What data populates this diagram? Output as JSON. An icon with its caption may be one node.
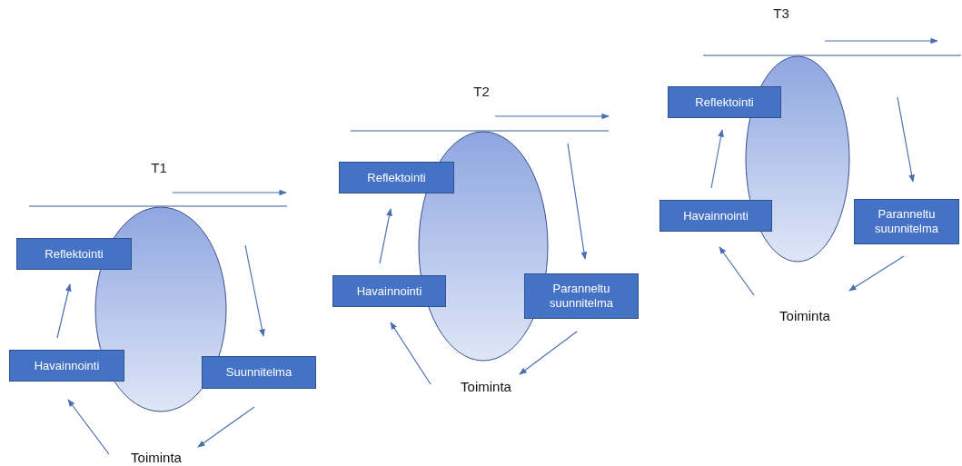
{
  "diagram": {
    "nodes": [
      {
        "text": [],
        "shape": "ellipse"
      },
      {
        "text": [
          "Reflektointi"
        ]
      },
      {
        "text": [
          "Havainnointi"
        ]
      },
      {
        "text": [
          "Suunnitelma"
        ]
      },
      {
        "text": [
          "Toiminta"
        ]
      },
      {
        "text": [],
        "shape": "ellipse"
      },
      {
        "text": [
          "Reflektointi"
        ]
      },
      {
        "text": [
          "Havainnointi"
        ]
      },
      {
        "text": [
          "Paranneltu suunnitelma"
        ]
      },
      {
        "text": [
          "Toiminta"
        ]
      },
      {
        "text": [],
        "shape": "ellipse"
      },
      {
        "text": [
          "Reflektointi"
        ]
      },
      {
        "text": [
          "Havainnointi"
        ]
      },
      {
        "text": [
          "Paranneltu suunnitelma"
        ]
      },
      {
        "text": [
          "Toiminta"
        ]
      }
    ],
    "edges": [
      {
        "from": null,
        "to": 3,
        "arrow": "to"
      },
      {
        "from": 3,
        "to": 4,
        "arrow": "to"
      },
      {
        "from": 4,
        "to": 2,
        "arrow": "to"
      },
      {
        "from": 2,
        "to": 1,
        "arrow": "to"
      },
      {
        "from": null,
        "to": 8,
        "arrow": "to"
      },
      {
        "from": 8,
        "to": 9,
        "arrow": "to"
      },
      {
        "from": 9,
        "to": 7,
        "arrow": "to"
      },
      {
        "from": 7,
        "to": 6,
        "arrow": "to"
      },
      {
        "from": null,
        "to": 13,
        "arrow": "to"
      },
      {
        "from": 13,
        "to": 14,
        "arrow": "to"
      },
      {
        "from": 14,
        "to": 12,
        "arrow": "to"
      },
      {
        "from": 12,
        "to": 11,
        "arrow": "to"
      }
    ],
    "labels": [
      "T3",
      "T2",
      "T1"
    ]
  }
}
